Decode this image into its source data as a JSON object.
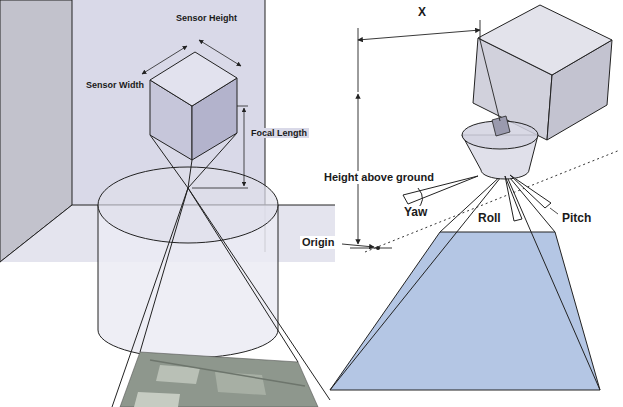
{
  "diagram": {
    "labels": [
      "Sensor Height",
      "Sensor Width",
      "Focal Length",
      "X",
      "Height above ground",
      "Yaw",
      "Roll",
      "Pitch",
      "Origin"
    ]
  }
}
